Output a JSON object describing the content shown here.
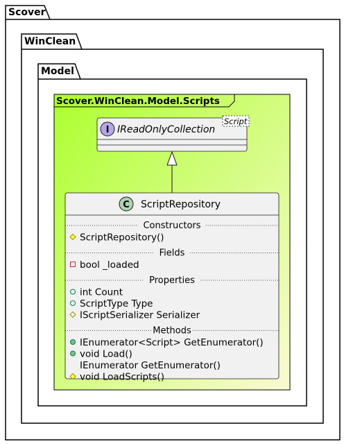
{
  "packages": [
    {
      "id": "scover",
      "name": "Scover"
    },
    {
      "id": "winclean",
      "name": "WinClean"
    },
    {
      "id": "model",
      "name": "Model"
    },
    {
      "id": "scripts",
      "name": "Scover.WinClean.Model.Scripts"
    }
  ],
  "interface": {
    "stereotype_letter": "I",
    "name": "IReadOnlyCollection",
    "generic": "Script"
  },
  "class": {
    "stereotype_letter": "C",
    "name": "ScriptRepository",
    "sections": [
      {
        "title": "Constructors",
        "members": [
          {
            "vis": "protected",
            "text": "ScriptRepository()"
          }
        ]
      },
      {
        "title": "Fields",
        "members": [
          {
            "vis": "private",
            "text": "bool _loaded"
          }
        ]
      },
      {
        "title": "Properties",
        "members": [
          {
            "vis": "public",
            "text": "int Count"
          },
          {
            "vis": "public",
            "text": "ScriptType Type"
          },
          {
            "vis": "protected-open",
            "text": "IScriptSerializer Serializer"
          }
        ]
      },
      {
        "title": "Methods",
        "members": [
          {
            "vis": "public-method",
            "text": "IEnumerator<Script> GetEnumerator()"
          },
          {
            "vis": "public-method",
            "text": "void Load()"
          },
          {
            "vis": "none",
            "text": "IEnumerator GetEnumerator()"
          },
          {
            "vis": "protected",
            "text": "void LoadScripts()"
          }
        ]
      }
    ]
  },
  "relation": {
    "type": "realization",
    "from": "ScriptRepository",
    "to": "IReadOnlyCollection"
  },
  "colors": {
    "class_fill": "#F1F1F1",
    "border": "#181818",
    "gradient_start": "#ADFF2F",
    "gradient_end": "#FAFAD2",
    "interface_badge": "#B4A7E5",
    "class_badge": "#ADD1B2",
    "protected_fill": "#FFFF44",
    "protected_stroke": "#999900",
    "private_stroke": "#C82930",
    "public_stroke": "#038048",
    "public_method_fill": "#84BE84"
  }
}
